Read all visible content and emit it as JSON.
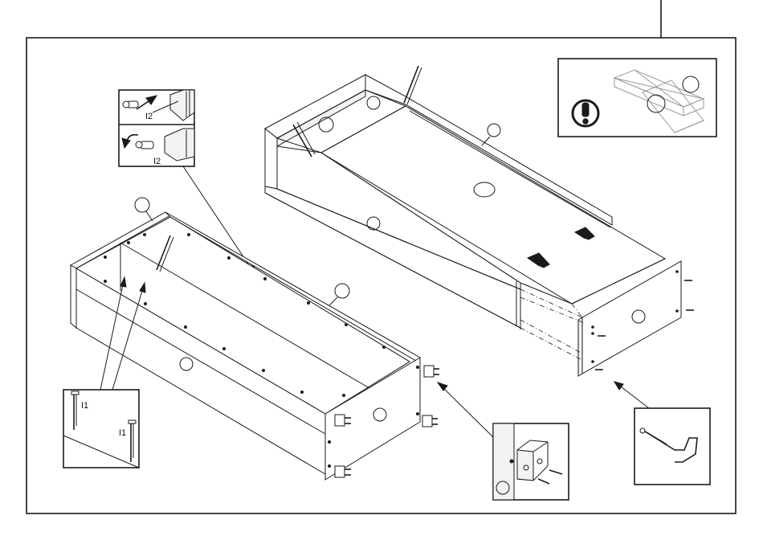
{
  "callouts": {
    "top_left_upper_part": "I2",
    "top_left_lower_part": "I2",
    "nail_part_a": "I1",
    "nail_part_b": "I1"
  },
  "icons": [
    "warning-exclamation-icon",
    "arrow-icon",
    "nail-icon",
    "screw-icon",
    "screwdriver-icon",
    "cam-lock-icon"
  ],
  "colors": {
    "line": "#1a1a1a",
    "background": "#ffffff",
    "muted": "#9a9a9a"
  }
}
